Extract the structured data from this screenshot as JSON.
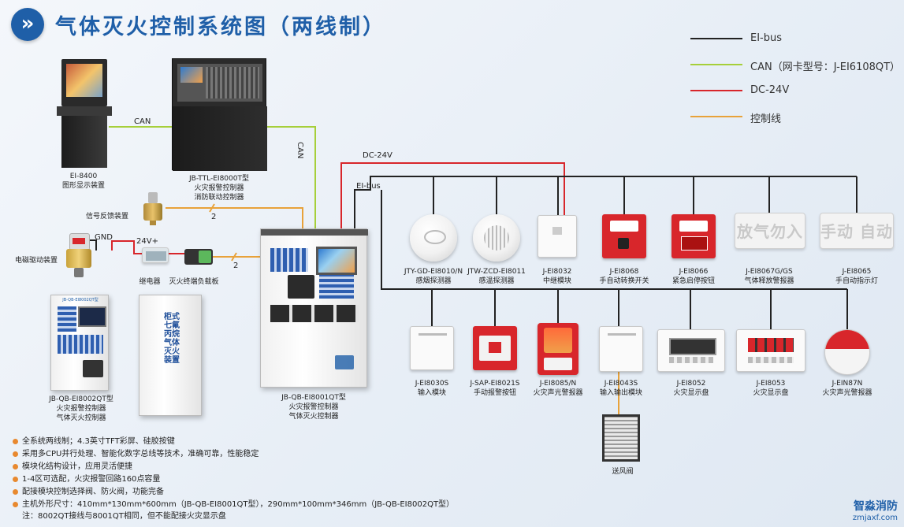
{
  "title": "气体灭火控制系统图（两线制）",
  "title_icon": "double-chevron-icon",
  "legend": [
    {
      "label": "EI-bus",
      "color": "#222222"
    },
    {
      "label": "CAN（网卡型号：J-EI6108QT）",
      "color": "#a6cf3a"
    },
    {
      "label": "DC-24V",
      "color": "#d8262b"
    },
    {
      "label": "控制线",
      "color": "#e8a23a"
    }
  ],
  "wire_labels": {
    "can_horizontal": "CAN",
    "can_vertical": "CAN",
    "dc24v": "DC-24V",
    "eibus": "EI-bus",
    "gnd": "GND",
    "v24": "24V+",
    "tick_1": "2",
    "tick_2": "2"
  },
  "devices": {
    "display": {
      "model": "EI-8400",
      "name": "图形显示装置"
    },
    "cabinet": {
      "model": "JB-TTL-EI8000T型",
      "name1": "火灾报警控制器",
      "name2": "消防联动控制器"
    },
    "feedback": {
      "name": "信号反馈装置"
    },
    "solenoid": {
      "name": "电磁驱动装置"
    },
    "relay": {
      "name": "继电器"
    },
    "terminal": {
      "name": "灭火终端负载板"
    },
    "controller_small": {
      "model": "JB-QB-EI8002QT型",
      "name1": "火灾报警控制器",
      "name2": "气体灭火控制器",
      "front_label": "JB-QB-EI8002QT型"
    },
    "gas_cabinet": {
      "text": "柜式七氟丙烷气体灭火装置"
    },
    "controller_main": {
      "model": "JB-QB-EI8001QT型",
      "name1": "火灾报警控制器",
      "name2": "气体灭火控制器"
    },
    "top_row": [
      {
        "model": "JTY-GD-EI8010/N",
        "name": "感烟探测器"
      },
      {
        "model": "JTW-ZCD-EI8011",
        "name": "感温探测器"
      },
      {
        "model": "J-EI8032",
        "name": "中继模块"
      },
      {
        "model": "J-EI8068",
        "name": "手自动转换开关"
      },
      {
        "model": "J-EI8066",
        "name": "紧急启停按钮"
      },
      {
        "model": "J-EI8067G/GS",
        "name": "气体释放警报器",
        "sign": "放气勿入"
      },
      {
        "model": "J-EI8065",
        "name": "手自动指示灯",
        "sign": "手动 自动"
      }
    ],
    "bottom_row": [
      {
        "model": "J-EI8030S",
        "name": "输入模块"
      },
      {
        "model": "J-SAP-EI8021S",
        "name": "手动报警按钮"
      },
      {
        "model": "J-EI8085/N",
        "name": "火灾声光警报器"
      },
      {
        "model": "J-EI8043S",
        "name": "输入输出模块"
      },
      {
        "model": "J-EI8052",
        "name": "火灾显示盘"
      },
      {
        "model": "J-EI8053",
        "name": "火灾显示盘"
      },
      {
        "model": "J-EIN87N",
        "name": "火灾声光警报器"
      }
    ],
    "damper": {
      "name": "送风阀"
    }
  },
  "features": [
    "全系统两线制；4.3英寸TFT彩屏、硅胶按键",
    "采用多CPU并行处理、智能化数字总线等技术，准确可靠，性能稳定",
    "模块化结构设计，应用灵活便捷",
    "1-4区可选配，火灾报警回路160点容量",
    "配接模块控制选择阀、防火阀，功能完备",
    "主机外形尺寸：410mm*130mm*600mm（JB-QB-EI8001QT型），290mm*100mm*346mm（JB-QB-EI8002QT型）"
  ],
  "note": "注：8002QT接线与8001QT相同，但不能配接火灾显示盘",
  "watermark": {
    "name": "智淼消防",
    "url": "zmjaxf.com"
  }
}
